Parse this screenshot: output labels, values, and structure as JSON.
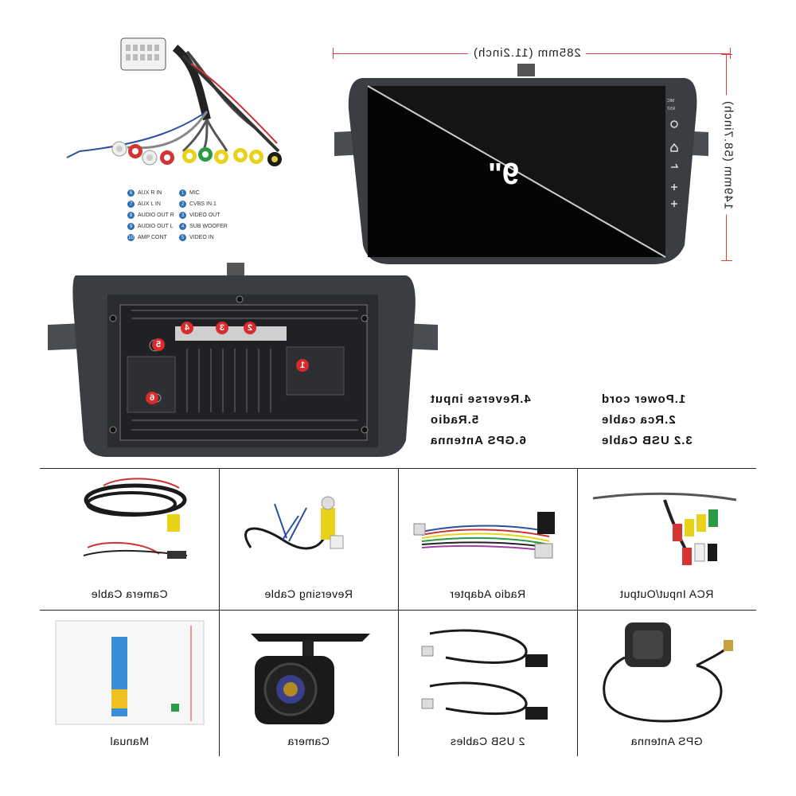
{
  "harness": {
    "legend": [
      {
        "num": "1",
        "label": "MIC"
      },
      {
        "num": "2",
        "label": "CVBS IN 1"
      },
      {
        "num": "3",
        "label": "VIDEO OUT"
      },
      {
        "num": "4",
        "label": "SUB WOOFER"
      },
      {
        "num": "5",
        "label": "VIDEO IN"
      },
      {
        "num": "6",
        "label": "AUX R IN"
      },
      {
        "num": "7",
        "label": "AUX L IN"
      },
      {
        "num": "8",
        "label": "AUDIO OUT R"
      },
      {
        "num": "9",
        "label": "AUDIO OUT L"
      },
      {
        "num": "10",
        "label": "AMP CONT"
      }
    ]
  },
  "dimensions": {
    "width_label": "285mm (11.2inch)",
    "height_label": "149mm (58.7inch)"
  },
  "front_unit": {
    "screen_size": "9\"",
    "side_labels": [
      "MIC",
      "RST"
    ]
  },
  "back_unit": {
    "badges": [
      "1",
      "2",
      "3",
      "4",
      "5",
      "6"
    ]
  },
  "ports": {
    "left_column": [
      "4.Reverse input",
      "5.Radio",
      "6.GPS Antenna"
    ],
    "right_column": [
      "1.Power cord",
      "2.Rca cable",
      "3.2 USB Cable"
    ]
  },
  "accessories": [
    {
      "caption": "Camera Cable",
      "icon": "camera-cable-icon"
    },
    {
      "caption": "Reversing Cable",
      "icon": "reversing-cable-icon"
    },
    {
      "caption": "Radio Adapter",
      "icon": "radio-adapter-icon"
    },
    {
      "caption": "RCA Input/Output",
      "icon": "rca-cable-icon"
    },
    {
      "caption": "Manual",
      "icon": "manual-icon"
    },
    {
      "caption": "Camera",
      "icon": "camera-icon"
    },
    {
      "caption": "2 USB Cables",
      "icon": "usb-cable-icon"
    },
    {
      "caption": "GPS Antenna",
      "icon": "gps-antenna-icon"
    }
  ],
  "colors": {
    "accent_red": "#d92b2b",
    "dimension_line": "#e04040",
    "legend_blue": "#2f6fb6",
    "unit_body": "#3a3d42"
  }
}
